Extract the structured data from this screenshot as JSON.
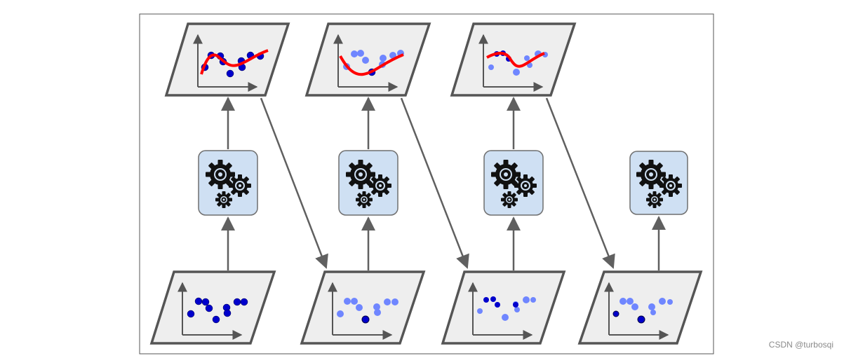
{
  "diagram": {
    "stages": 4,
    "colors": {
      "border": "#555555",
      "panel_fill": "#eeeeee",
      "arrow": "#606060",
      "gear_box_fill": "#cfe0f3",
      "gear_box_border": "#6f6f6f",
      "gear": "#111111",
      "point_dark": "#0000cc",
      "point_light": "#6f86ff",
      "fit_curve": "#ff0000"
    },
    "icons": [
      "gear-icon",
      "axis-arrow"
    ]
  },
  "watermark": "CSDN @turbosqi"
}
